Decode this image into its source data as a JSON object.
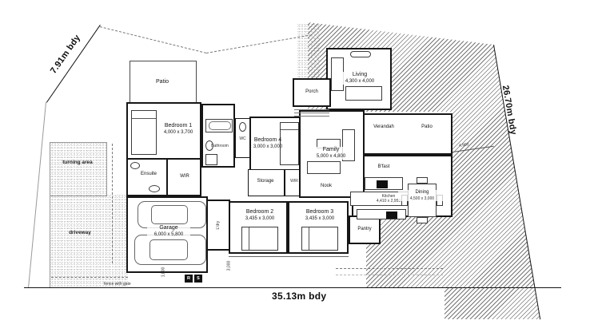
{
  "site": {
    "boundary_top_left": "7.91m bdy",
    "boundary_right": "26.70m bdy",
    "boundary_bottom": "35.13m bdy",
    "turning_area": "turning area",
    "driveway": "driveway",
    "fence_note": "fence with gate",
    "dim_rear_setback": "4,900",
    "dim_gate": "1,800",
    "dim_side": "3,000",
    "bin_r": "R",
    "bin_s": "S",
    "ink_color": "#141414",
    "paper_color": "#ffffff"
  },
  "rooms": {
    "patio_front": {
      "name": "Patio"
    },
    "porch": {
      "name": "Porch"
    },
    "living": {
      "name": "Living",
      "dims": "4,300 x 4,000"
    },
    "family": {
      "name": "Family",
      "dims": "5,000 x 4,800"
    },
    "verandah": {
      "name": "Verandah"
    },
    "patio_rear": {
      "name": "Patio"
    },
    "bfast": {
      "name": "B'fast"
    },
    "kitchen": {
      "name": "Kitchen",
      "dims": "4,410 x 2,950"
    },
    "dining": {
      "name": "Dining",
      "dims": "4,500 x 3,000"
    },
    "nook": {
      "name": "Nook"
    },
    "bedroom1": {
      "name": "Bedroom 1",
      "dims": "4,000 x 3,700"
    },
    "bedroom2": {
      "name": "Bedroom 2",
      "dims": "3,435 x 3,000"
    },
    "bedroom3": {
      "name": "Bedroom 3",
      "dims": "3,435 x 3,000"
    },
    "bedroom4": {
      "name": "Bedroom 4",
      "dims": "3,000 x 3,000"
    },
    "garage": {
      "name": "Garage",
      "dims": "6,000 x 5,800"
    },
    "ensuite": {
      "name": "Ensuite"
    },
    "wir_master": {
      "name": "WIR"
    },
    "wir_bed4": {
      "name": "WIR"
    },
    "bathroom": {
      "name": "Bathroom"
    },
    "wc": {
      "name": "WC"
    },
    "storage": {
      "name": "Storage"
    },
    "pantry": {
      "name": "Pantry"
    },
    "laundry": {
      "name": "L'dry"
    }
  }
}
